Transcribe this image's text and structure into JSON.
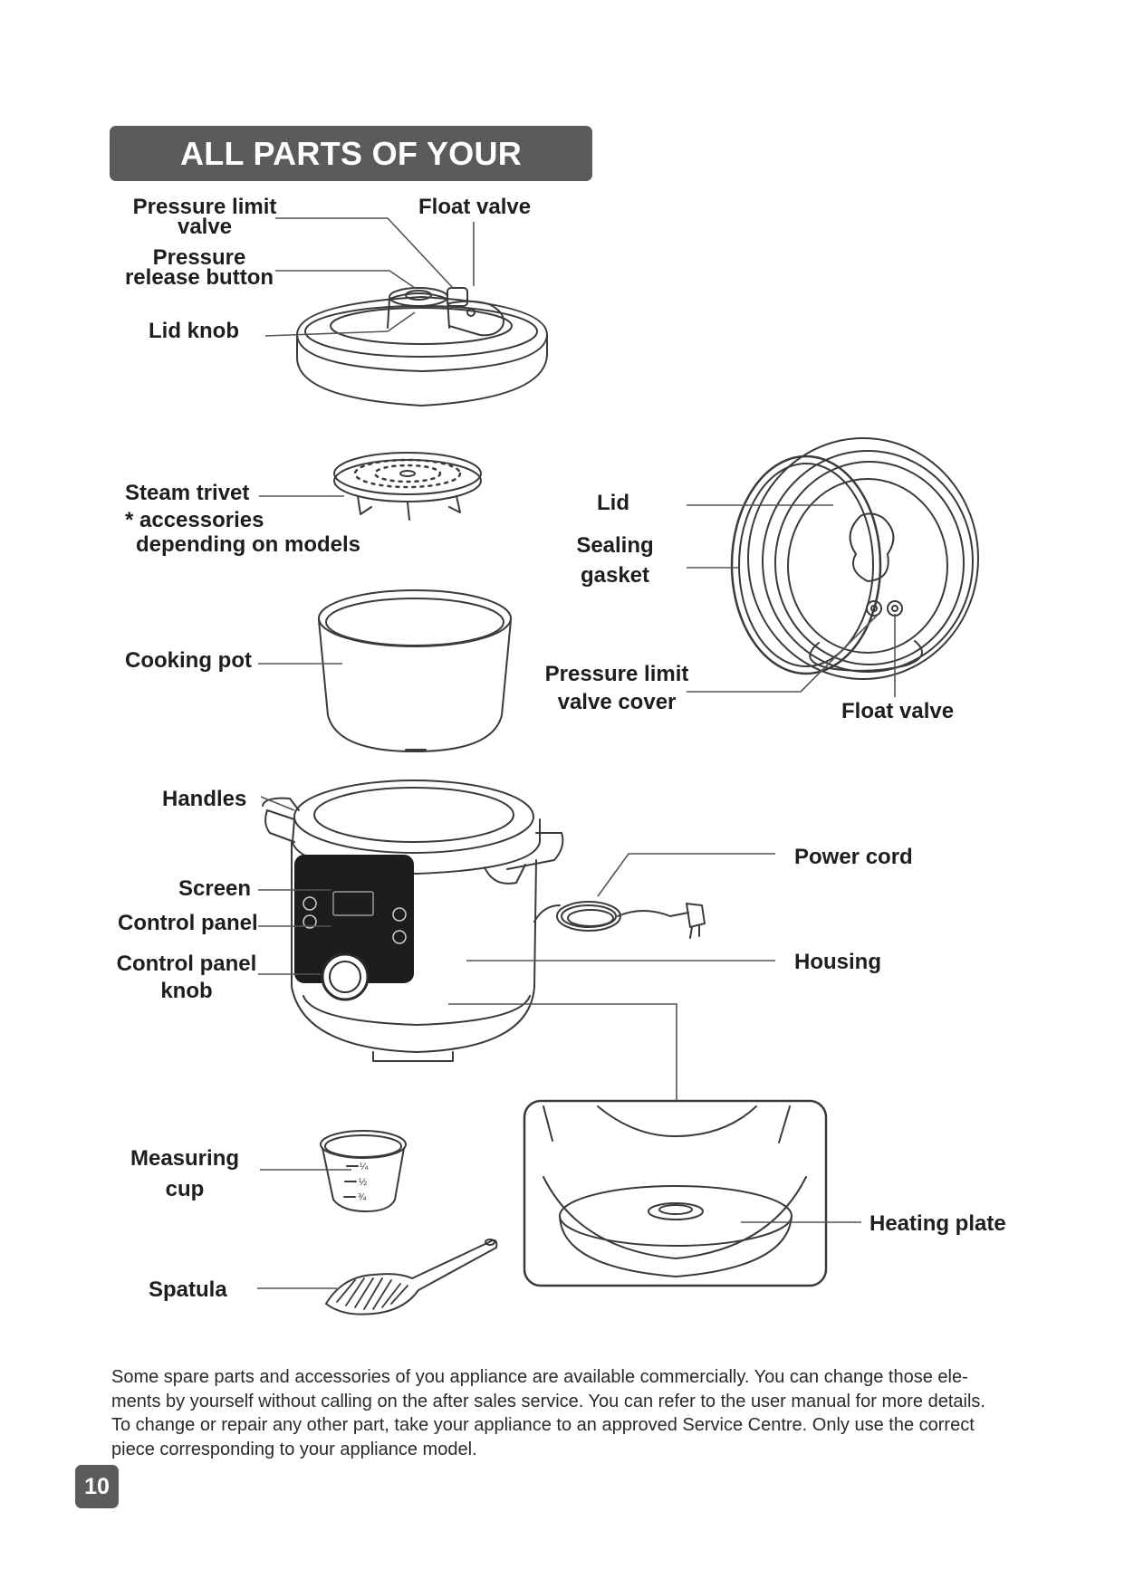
{
  "header": {
    "title": "ALL PARTS OF YOUR PRODUCT"
  },
  "labels": {
    "pressure_limit_valve": [
      "Pressure limit",
      "valve"
    ],
    "float_valve_top": "Float valve",
    "pressure_release_button": [
      "Pressure",
      "release button"
    ],
    "lid_knob": "Lid knob",
    "steam_trivet": "Steam trivet",
    "accessories_note": [
      "* accessories",
      "depending on models"
    ],
    "lid": "Lid",
    "sealing_gasket": [
      "Sealing",
      "gasket"
    ],
    "cooking_pot": "Cooking pot",
    "pressure_limit_valve_cover": [
      "Pressure limit",
      "valve cover"
    ],
    "float_valve_side": "Float valve",
    "handles": "Handles",
    "power_cord": "Power cord",
    "screen": "Screen",
    "control_panel": "Control panel",
    "control_panel_knob": [
      "Control panel",
      "knob"
    ],
    "housing": "Housing",
    "measuring_cup": [
      "Measuring",
      "cup"
    ],
    "cup_marks": [
      "¼",
      "½",
      "¾"
    ],
    "heating_plate": "Heating plate",
    "spatula": "Spatula"
  },
  "footnote": [
    "Some spare parts and accessories of you appliance are available commercially. You can change those ele-",
    "ments by yourself without calling on the after sales service. You can refer to the user manual for more details.",
    "To change or repair any other part, take your appliance to an approved Service Centre. Only use the correct",
    "piece corresponding to your appliance model."
  ],
  "page_number": "10",
  "colors": {
    "banner": "#5b5b5b",
    "line_art": "#3a3a3a",
    "leader": "#555555"
  }
}
